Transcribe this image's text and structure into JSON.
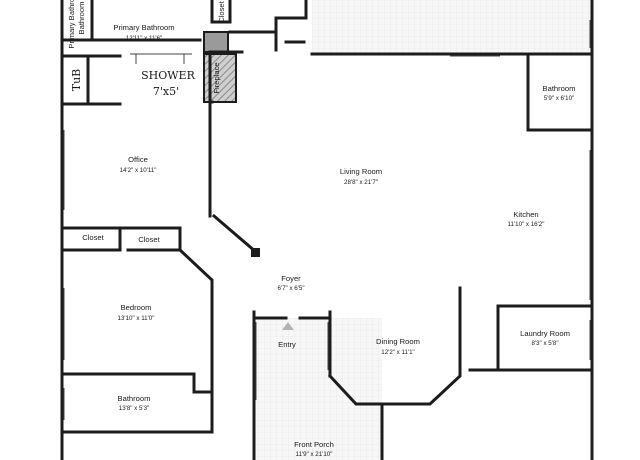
{
  "rooms": {
    "primary_bathroom_small": {
      "name": "Primary Bathroom"
    },
    "closet_top": {
      "name": "Closet"
    },
    "primary_bathroom": {
      "name": "Primary Bathroom",
      "dims": "12'11\" x 11'6\""
    },
    "shower": {
      "line1": "SHOWER",
      "line2": "7'x5'"
    },
    "tub": {
      "name": "TuB"
    },
    "fireplace": {
      "name": "Fireplace"
    },
    "bathroom_right": {
      "name": "Bathroom",
      "dims": "5'9\" x 6'10\""
    },
    "office": {
      "name": "Office",
      "dims": "14'2\" x 10'11\""
    },
    "living_room": {
      "name": "Living Room",
      "dims": "28'8\" x 21'7\""
    },
    "kitchen": {
      "name": "Kitchen",
      "dims": "11'10\" x 16'2\""
    },
    "closet_left": {
      "name": "Closet"
    },
    "closet_mid": {
      "name": "Closet"
    },
    "foyer": {
      "name": "Foyer",
      "dims": "6'7\" x 6'5\""
    },
    "bedroom": {
      "name": "Bedroom",
      "dims": "13'10\" x 11'0\""
    },
    "entry": {
      "name": "Entry"
    },
    "dining_room": {
      "name": "Dining Room",
      "dims": "12'2\" x 11'1\""
    },
    "laundry_room": {
      "name": "Laundry Room",
      "dims": "8'3\" x 5'8\""
    },
    "bathroom_left": {
      "name": "Bathroom",
      "dims": "13'8\" x 5'3\""
    },
    "front_porch": {
      "name": "Front Porch",
      "dims": "11'9\" x 21'10\""
    }
  },
  "colors": {
    "wall": "#1c1c1c",
    "fill": "#f4f4f4",
    "hatch": "#6f6f6f",
    "entry_marker": "#b3b3b3"
  }
}
